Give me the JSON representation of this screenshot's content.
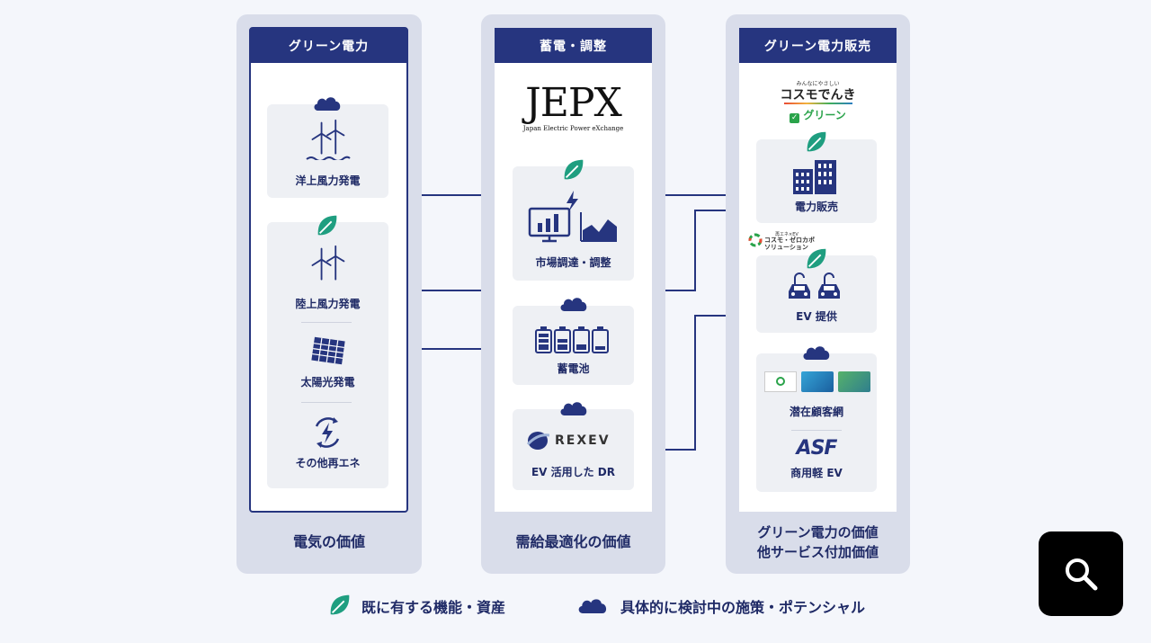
{
  "columns": {
    "green": {
      "header": "グリーン電力",
      "offshore_label": "洋上風力発電",
      "onshore_label": "陸上風力発電",
      "solar_label": "太陽光発電",
      "other_label": "その他再エネ",
      "bottom": "電気の価値"
    },
    "storage": {
      "header": "蓄電・調整",
      "jepx_logo": "JEPX",
      "jepx_sub": "Japan Electric Power eXchange",
      "market_label": "市場調達・調整",
      "battery_label": "蓄電池",
      "rexev_logo": "REXEV",
      "dr_label": "EV 活用した DR",
      "bottom": "需給最適化の価値"
    },
    "sales": {
      "header": "グリーン電力販売",
      "cosmo_tagline": "みんなにやさしい",
      "cosmo_logo": "コスモでんき",
      "cosmo_green": "グリーン",
      "sales_label": "電力販売",
      "zerocarbo_small": "再エネ×EV",
      "zerocarbo_line1": "コスモ・ゼロカボ",
      "zerocarbo_line2": "ソリューション",
      "ev_label": "EV 提供",
      "customers_label": "潜在顧客網",
      "asf_logo": "ASF",
      "commercial_ev_label": "商用軽 EV",
      "bottom_line1": "グリーン電力の価値",
      "bottom_line2": "他サービス付加価値"
    }
  },
  "legend": {
    "existing": "既に有する機能・資産",
    "potential": "具体的に検討中の施策・ポテンシャル"
  },
  "colors": {
    "navy": "#26357f",
    "leaf": "#1f9e80",
    "column_bg": "#d9ddea",
    "card_bg": "#eef0f4"
  },
  "icons": [
    "leaf-icon",
    "cloud-icon",
    "wind-turbine-icon",
    "solar-panel-icon",
    "renewable-bolt-icon",
    "monitor-chart-icon",
    "battery-icon",
    "building-icon",
    "ev-car-icon",
    "search-icon"
  ]
}
